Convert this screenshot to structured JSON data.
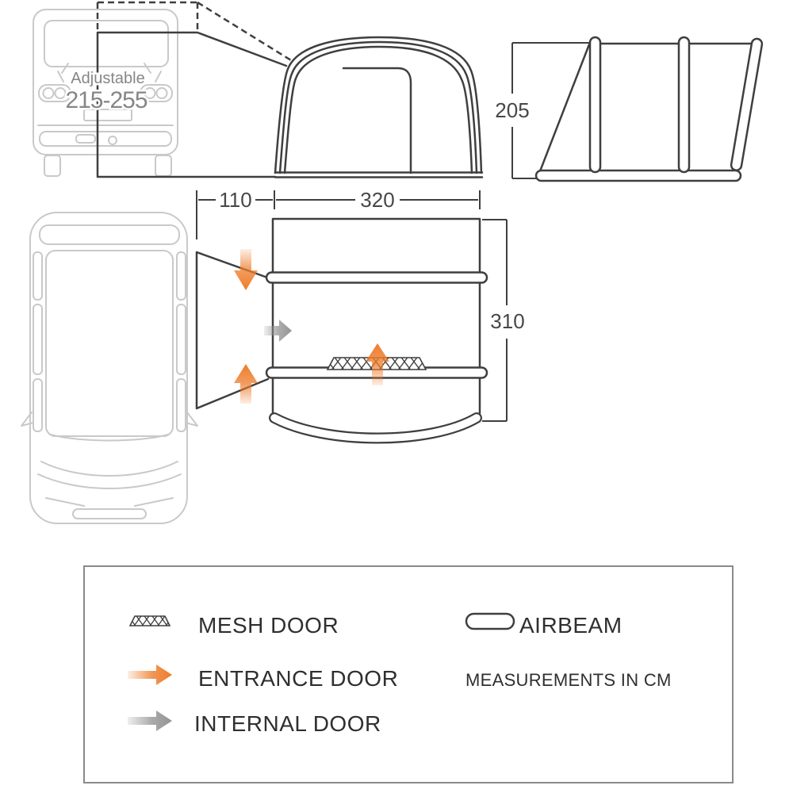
{
  "rear_view": {
    "adjustable_label": "Adjustable",
    "height_range": "215-255"
  },
  "dimensions": {
    "tunnel_length": "110",
    "awning_width": "320",
    "awning_height": "205",
    "awning_depth": "310"
  },
  "legend": {
    "mesh_door": "MESH DOOR",
    "entrance_door": "ENTRANCE DOOR",
    "internal_door": "INTERNAL DOOR",
    "airbeam": "AIRBEAM",
    "measurements_note": "MEASUREMENTS IN CM"
  },
  "colors": {
    "line_dark": "#3f3f3f",
    "line_light": "#c9c9c9",
    "orange": "#ee7c2b",
    "gray_arrow": "#949494",
    "legend_border": "#8a8a8a",
    "text_color": "#474747"
  }
}
